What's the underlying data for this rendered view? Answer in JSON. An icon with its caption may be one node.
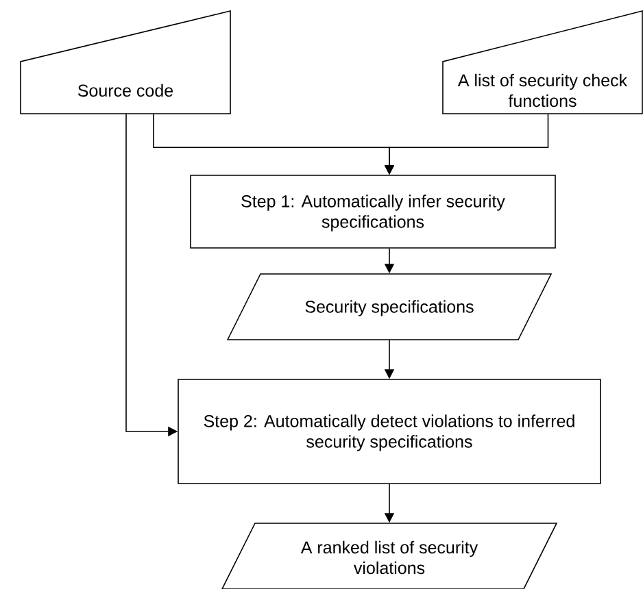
{
  "diagram": {
    "nodes": [
      {
        "text": [
          "Source code"
        ]
      },
      {
        "text": [
          "A list of security check functions"
        ]
      },
      {
        "text": [
          "Step 1: Automatically infer security specifications"
        ]
      },
      {
        "text": [
          "Security specifications"
        ]
      },
      {
        "text": [
          "Step 2: Automatically detect violations to inferred security specifications"
        ]
      },
      {
        "text": [
          "A ranked list of security violations"
        ]
      }
    ],
    "edges": [
      {
        "from": 0,
        "to": 2,
        "arrow": "to"
      },
      {
        "from": 1,
        "to": 2,
        "arrow": "to"
      },
      {
        "from": 2,
        "to": 3,
        "arrow": "to"
      },
      {
        "from": 3,
        "to": 4,
        "arrow": "to"
      },
      {
        "from": 0,
        "to": 4,
        "arrow": "to"
      },
      {
        "from": 4,
        "to": 5,
        "arrow": "to"
      }
    ]
  }
}
